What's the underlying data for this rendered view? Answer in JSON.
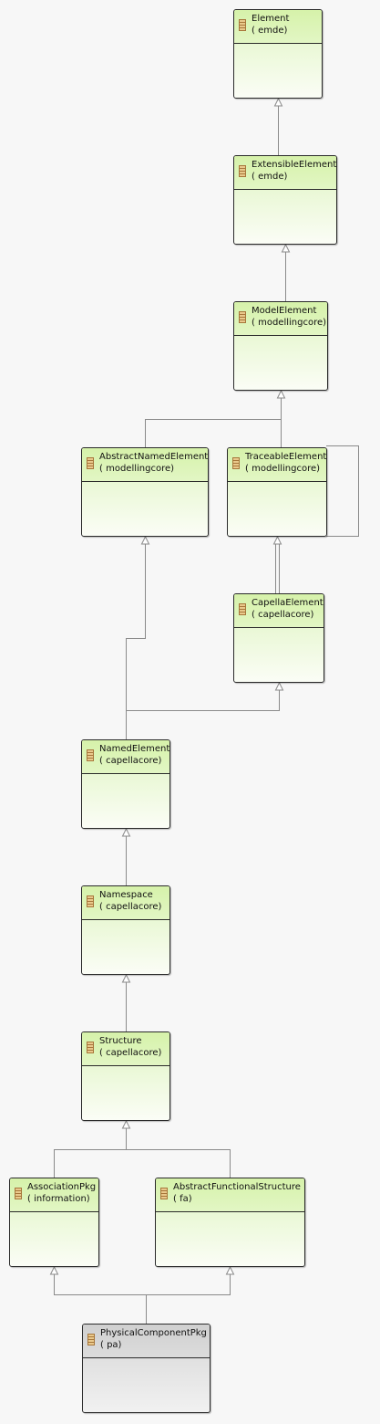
{
  "nodes": {
    "element": {
      "name": "Element",
      "pkg": "( emde)"
    },
    "extensible_element": {
      "name": "ExtensibleElement",
      "pkg": "( emde)"
    },
    "model_element": {
      "name": "ModelElement",
      "pkg": "( modellingcore)"
    },
    "abstract_named_element": {
      "name": "AbstractNamedElement",
      "pkg": "( modellingcore)"
    },
    "traceable_element": {
      "name": "TraceableElement",
      "pkg": "( modellingcore)"
    },
    "capella_element": {
      "name": "CapellaElement",
      "pkg": "( capellacore)"
    },
    "named_element": {
      "name": "NamedElement",
      "pkg": "( capellacore)"
    },
    "namespace": {
      "name": "Namespace",
      "pkg": "( capellacore)"
    },
    "structure": {
      "name": "Structure",
      "pkg": "( capellacore)"
    },
    "association_pkg": {
      "name": "AssociationPkg",
      "pkg": "( information)"
    },
    "abstract_functional_structure": {
      "name": "AbstractFunctionalStructure",
      "pkg": "( fa)"
    },
    "physical_component_pkg": {
      "name": "PhysicalComponentPkg",
      "pkg": "( pa)"
    }
  },
  "edges": [
    {
      "from": "extensible_element",
      "to": "element"
    },
    {
      "from": "model_element",
      "to": "extensible_element"
    },
    {
      "from": "abstract_named_element",
      "to": "model_element"
    },
    {
      "from": "traceable_element",
      "to": "model_element"
    },
    {
      "from": "traceable_element",
      "to": "traceable_element"
    },
    {
      "from": "capella_element",
      "to": "traceable_element"
    },
    {
      "from": "named_element",
      "to": "abstract_named_element"
    },
    {
      "from": "named_element",
      "to": "capella_element"
    },
    {
      "from": "namespace",
      "to": "named_element"
    },
    {
      "from": "structure",
      "to": "namespace"
    },
    {
      "from": "association_pkg",
      "to": "structure"
    },
    {
      "from": "abstract_functional_structure",
      "to": "structure"
    },
    {
      "from": "physical_component_pkg",
      "to": "association_pkg"
    },
    {
      "from": "physical_component_pkg",
      "to": "abstract_functional_structure"
    }
  ]
}
